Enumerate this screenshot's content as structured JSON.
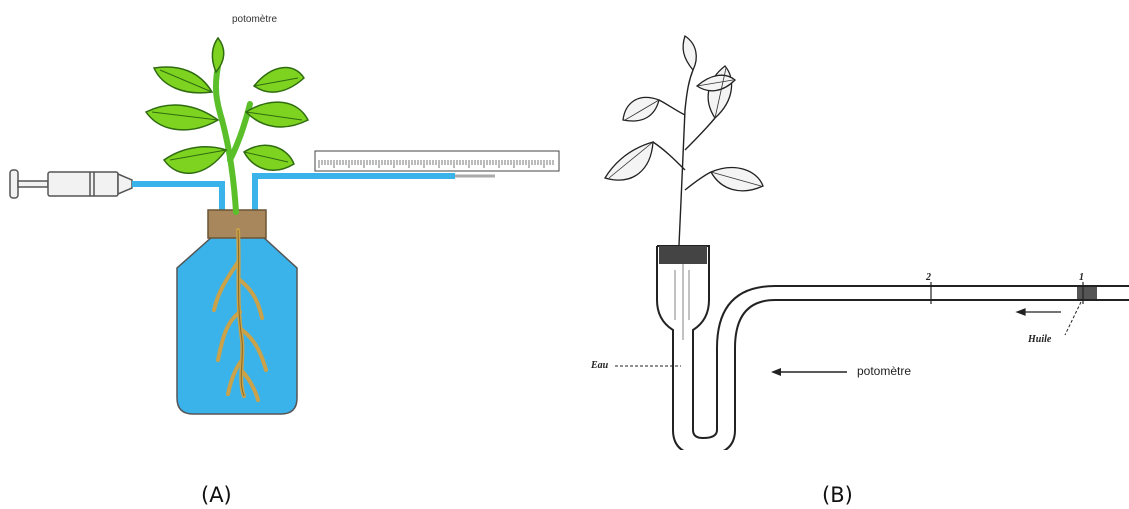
{
  "panel_a": {
    "title": "potomètre",
    "caption": "(A)"
  },
  "panel_b": {
    "label_eau": "Eau",
    "label_potometre": "potomètre",
    "label_huile": "Huile",
    "mark_1": "1",
    "mark_2": "2",
    "caption": "(B)"
  },
  "colors": {
    "water": "#3ab2ea",
    "leaf": "#7ed321",
    "root": "#c9a24a",
    "stopper": "#a8875c"
  }
}
